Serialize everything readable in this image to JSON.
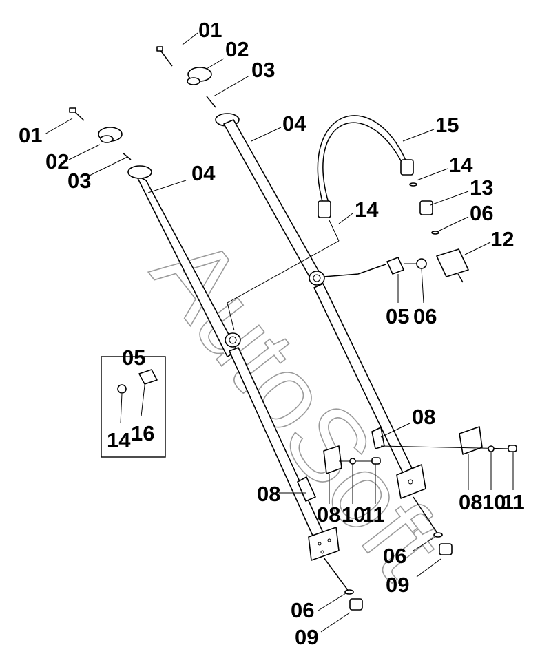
{
  "watermark": "AutoSoft",
  "labels": {
    "l01a": "01",
    "l02a": "02",
    "l03a": "03",
    "l04a": "04",
    "l01b": "01",
    "l02b": "02",
    "l03b": "03",
    "l04b": "04",
    "l15": "15",
    "l14a": "14",
    "l13": "13",
    "l06a": "06",
    "l12": "12",
    "l14b": "14",
    "l05a": "05",
    "l06b": "06",
    "l05box": "05",
    "l14box": "14",
    "l16box": "16",
    "l08a": "08",
    "l08b": "08",
    "l08c": "08",
    "l10a": "10",
    "l11a": "11",
    "l08d": "08",
    "l10b": "10",
    "l11b": "11",
    "l06c": "06",
    "l09a": "09",
    "l06d": "06",
    "l09b": "09"
  }
}
